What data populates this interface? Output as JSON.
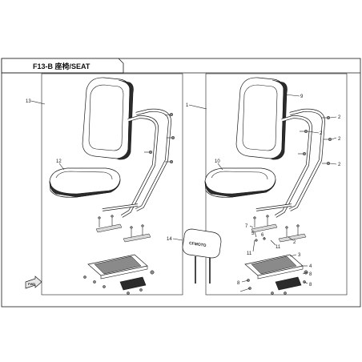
{
  "title": "F13-B 座椅/SEAT",
  "fwd_label": "FWD",
  "headrest_text": "CFMOTO",
  "callouts": {
    "c13": "13",
    "c12": "12",
    "c1": "1",
    "c14": "14",
    "c10": "10",
    "c9": "9",
    "c2a": "2",
    "c2b": "2",
    "c2c": "2",
    "c2d": "2",
    "c7": "7",
    "c5": "5",
    "c6": "6",
    "c11a": "11",
    "c11b": "11",
    "c2e": "2",
    "c3": "3",
    "c4": "4",
    "c8a": "8",
    "c8b": "8",
    "c8c": "8"
  }
}
